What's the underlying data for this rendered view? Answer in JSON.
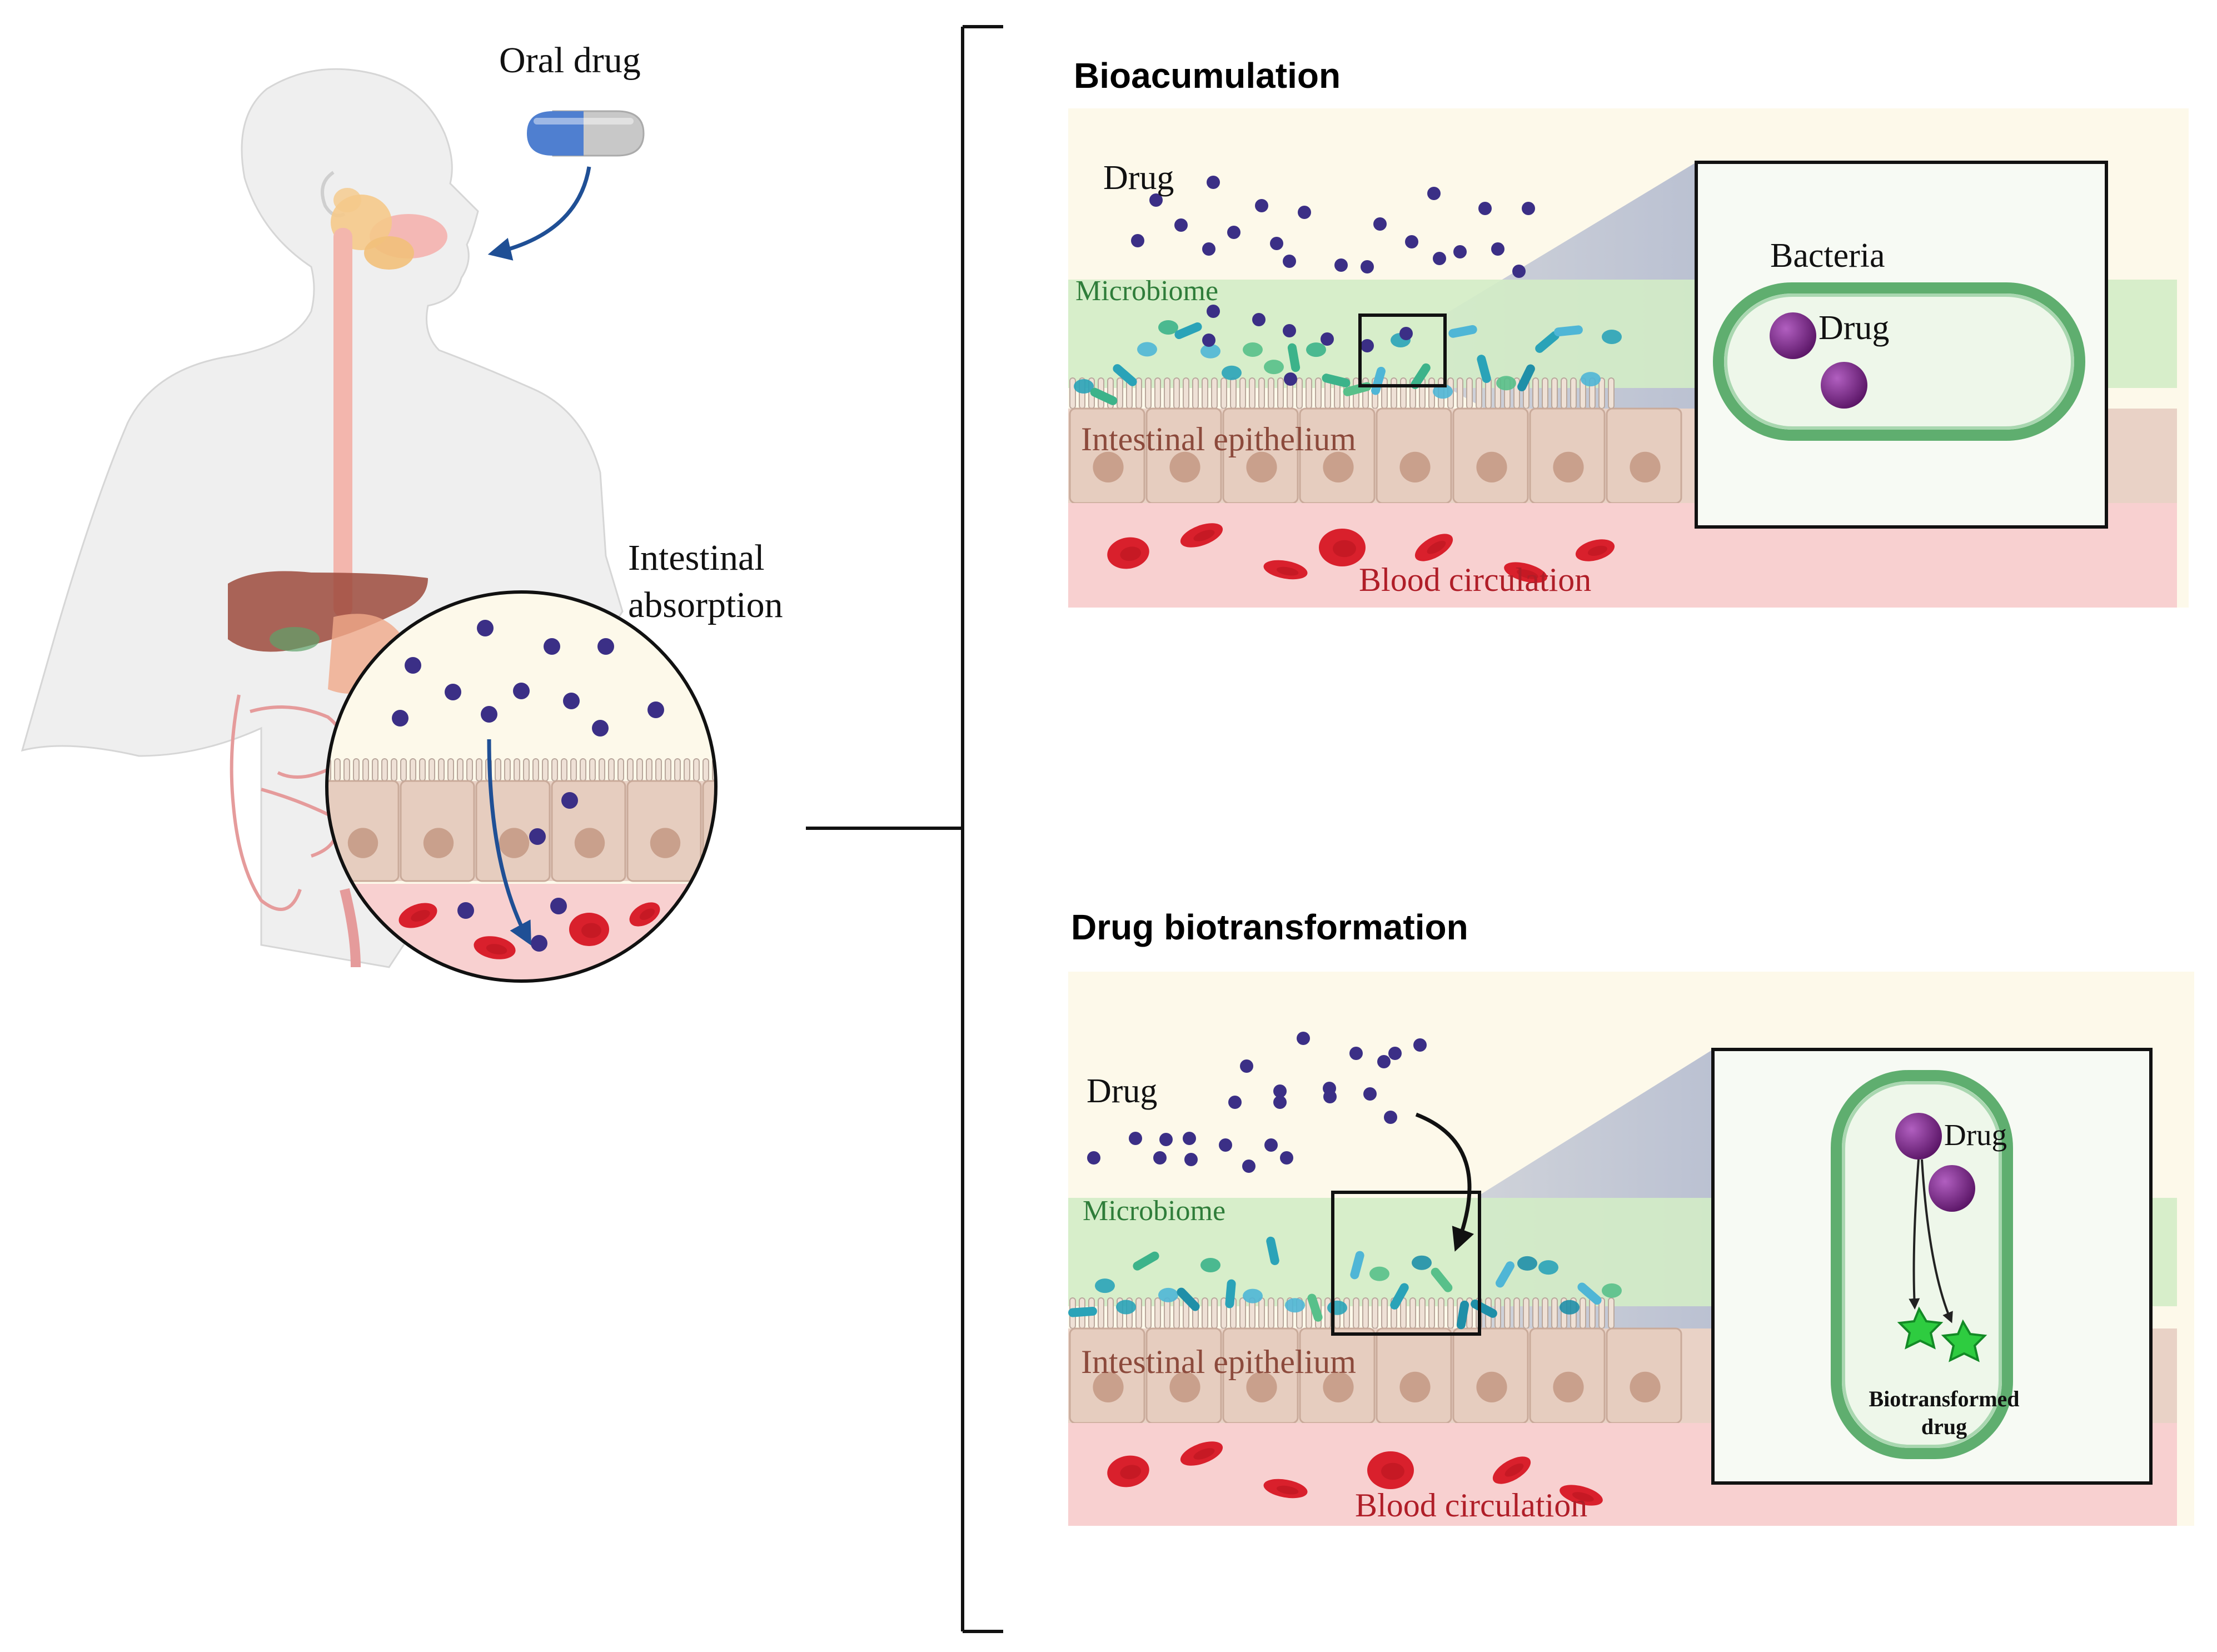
{
  "left": {
    "oral_drug_label": "Oral drug",
    "absorption_label_line1": "Intestinal",
    "absorption_label_line2": "absorption"
  },
  "panels": [
    {
      "title": "Bioacumulation",
      "drug_label": "Drug",
      "microbiome_label": "Microbiome",
      "epithelium_label": "Intestinal epithelium",
      "blood_label": "Blood circulation",
      "inset": {
        "bacteria_label": "Bacteria",
        "drug_label": "Drug"
      }
    },
    {
      "title": "Drug biotransformation",
      "drug_label": "Drug",
      "microbiome_label": "Microbiome",
      "epithelium_label": "Intestinal epithelium",
      "blood_label": "Blood circulation",
      "inset": {
        "drug_label": "Drug",
        "product_label_line1": "Biotransformed",
        "product_label_line2": "drug"
      }
    }
  ],
  "colors": {
    "drug": "#3b2f86",
    "drug_large": "#7b2c8a",
    "microbiome": "#cfe9c3",
    "epithelium": "#e8cfc2",
    "blood": "#f7c9c9",
    "rbc": "#d9202c",
    "arrow_blue": "#1f4f95",
    "bacterium_membrane": "#5fae6f",
    "product_star": "#2ecc40",
    "panel_bg": "#fdf9ea"
  }
}
